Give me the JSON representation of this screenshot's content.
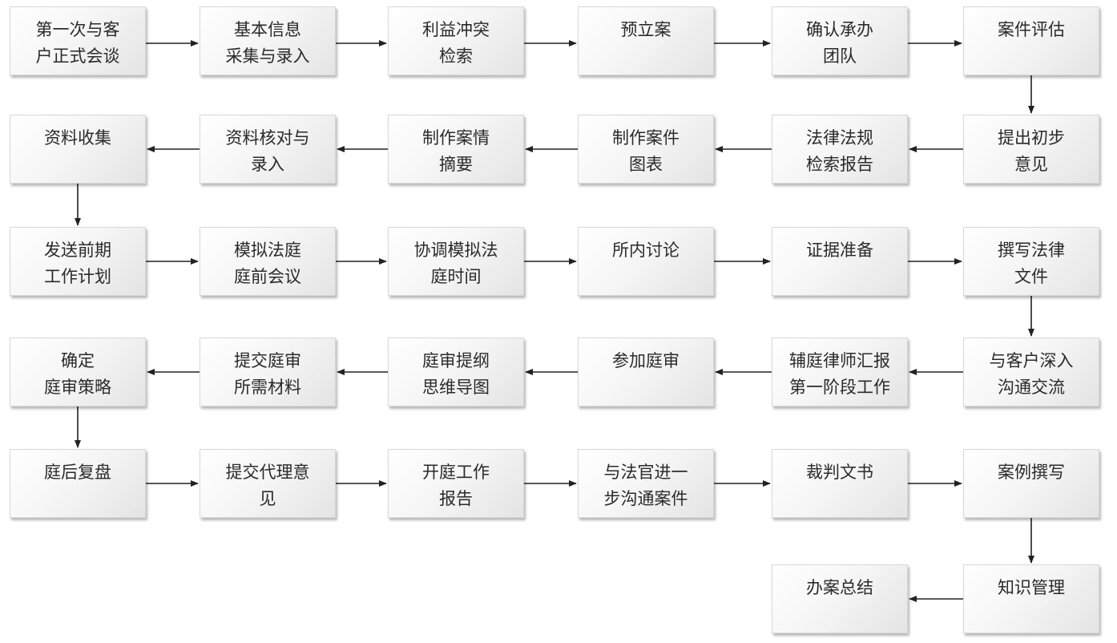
{
  "flowchart": {
    "rows": [
      {
        "direction": "right",
        "nodes": [
          "第一次与客\n户正式会谈",
          "基本信息\n采集与录入",
          "利益冲突\n检索",
          "预立案",
          "确认承办\n团队",
          "案件评估"
        ]
      },
      {
        "direction": "left",
        "nodes": [
          "资料收集",
          "资料核对与\n录入",
          "制作案情\n摘要",
          "制作案件\n图表",
          "法律法规\n检索报告",
          "提出初步\n意见"
        ]
      },
      {
        "direction": "right",
        "nodes": [
          "发送前期\n工作计划",
          "模拟法庭\n庭前会议",
          "协调模拟法\n庭时间",
          "所内讨论",
          "证据准备",
          "撰写法律\n文件"
        ]
      },
      {
        "direction": "left",
        "nodes": [
          "确定\n庭审策略",
          "提交庭审\n所需材料",
          "庭审提纲\n思维导图",
          "参加庭审",
          "辅庭律师汇报\n第一阶段工作",
          "与客户深入\n沟通交流"
        ]
      },
      {
        "direction": "right",
        "nodes": [
          "庭后复盘",
          "提交代理意\n见",
          "开庭工作\n报告",
          "与法官进一\n步沟通案件",
          "裁判文书",
          "案例撰写"
        ]
      },
      {
        "direction": "left",
        "nodes": [
          "办案总结",
          "知识管理"
        ]
      }
    ]
  },
  "colors": {
    "arrow": "#222222",
    "box_border": "#d8d8d8",
    "text": "#2a2a2a"
  }
}
